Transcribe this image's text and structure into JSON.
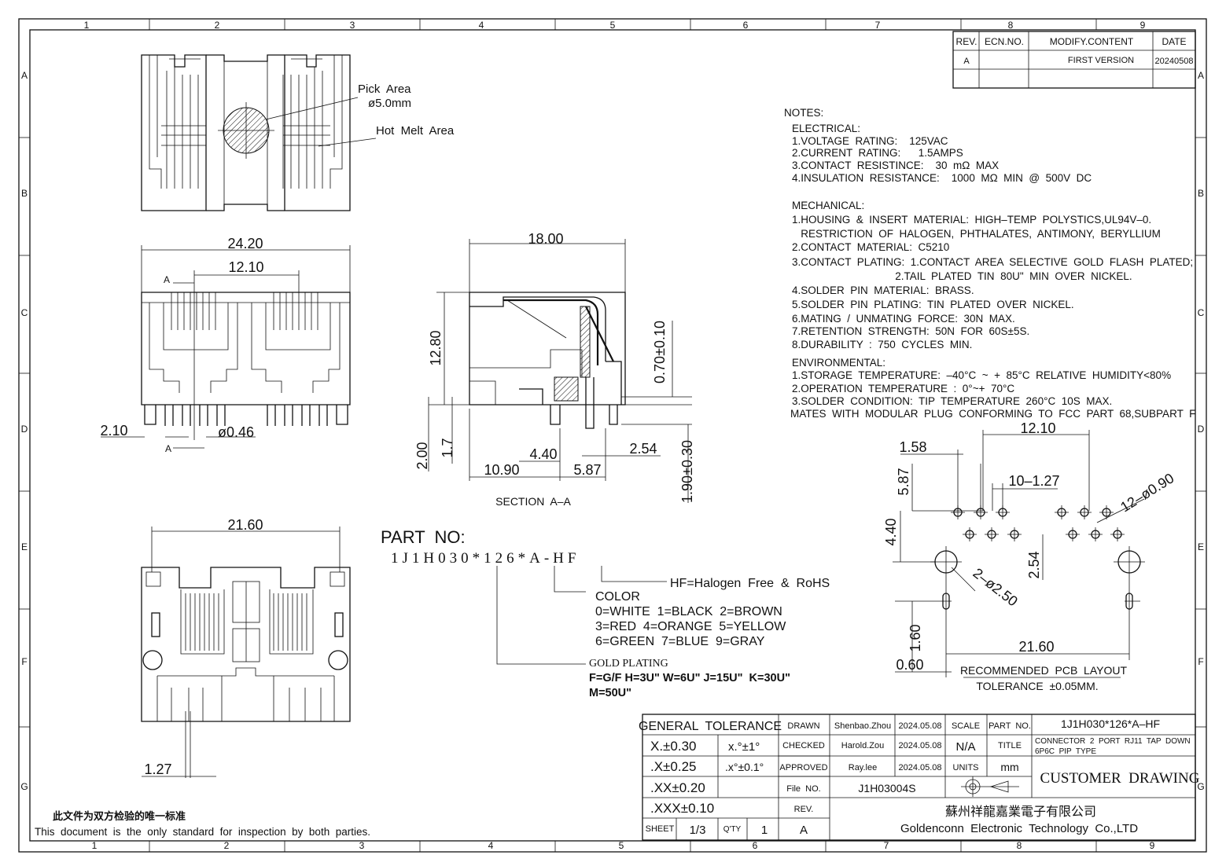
{
  "frame": {
    "columns_top": [
      "1",
      "2",
      "3",
      "4",
      "5",
      "6",
      "7",
      "8",
      "9"
    ],
    "columns_bottom": [
      "1",
      "2",
      "3",
      "4",
      "5",
      "6",
      "7",
      "8",
      "9"
    ],
    "rows": [
      "A",
      "B",
      "C",
      "D",
      "E",
      "F",
      "G"
    ]
  },
  "revision_table": {
    "headers": [
      "REV.",
      "ECN.NO.",
      "MODIFY.CONTENT",
      "DATE"
    ],
    "rows": [
      [
        "A",
        "",
        "FIRST VERSION",
        "20240508"
      ]
    ]
  },
  "notes": {
    "title": "NOTES:",
    "electrical_title": "ELECTRICAL:",
    "electrical": [
      "1.VOLTAGE  RATING:    125VAC",
      "2.CURRENT  RATING:      1.5AMPS",
      "3.CONTACT  RESISTINCE:    30  mΩ  MAX",
      "4.INSULATION  RESISTANCE:    1000  MΩ  MIN  @  500V  DC"
    ],
    "mechanical_title": "MECHANICAL:",
    "mechanical": [
      "1.HOUSING  &  INSERT  MATERIAL:  HIGH–TEMP  POLYSTICS,UL94V–0.",
      "   RESTRICTION  OF  HALOGEN,  PHTHALATES,  ANTIMONY,  BERYLLIUM",
      "2.CONTACT  MATERIAL:  C5210",
      "3.CONTACT  PLATING:  1.CONTACT  AREA  SELECTIVE  GOLD  FLASH  PLATED;",
      "                                   2.TAIL  PLATED  TIN  80U\"  MIN  OVER  NICKEL.",
      "4.SOLDER  PIN  MATERIAL:  BRASS.",
      "5.SOLDER  PIN  PLATING:  TIN  PLATED  OVER  NICKEL.",
      "6.MATING  /  UNMATING  FORCE:  30N  MAX.",
      "7.RETENTION  STRENGTH:  50N  FOR  60S±5S.",
      "8.DURABILITY  :  750  CYCLES  MIN."
    ],
    "environmental_title": "ENVIRONMENTAL:",
    "environmental": [
      "1.STORAGE  TEMPERATURE:  –40°C  ~  +  85°C  RELATIVE  HUMIDITY<80%",
      "2.OPERATION  TEMPERATURE  :  0°~+  70°C",
      "3.SOLDER  CONDITION:  TIP  TEMPERATURE  260°C  10S  MAX.",
      "MATES  WITH  MODULAR  PLUG  CONFORMING  TO  FCC  PART  68,SUBPART  F"
    ]
  },
  "top_view": {
    "pick_area": "Pick  Area",
    "pick_dia": "ø5.0mm",
    "hot_melt": "Hot  Melt  Area"
  },
  "front_view": {
    "dim_width": "24.20",
    "dim_pitch": "12.10",
    "dim_left": "2.10",
    "dim_pin": "ø0.46",
    "section_a": "A"
  },
  "section_view": {
    "dim_depth": "18.00",
    "dim_height": "12.80",
    "dim_070": "0.70±0.10",
    "dim_200": "2.00",
    "dim_17": "1.7",
    "dim_440": "4.40",
    "dim_254": "2.54",
    "dim_1090": "10.90",
    "dim_587": "5.87",
    "dim_190": "1.90±0.30",
    "label": "SECTION  A–A"
  },
  "bottom_view": {
    "dim_width": "21.60",
    "dim_pitch": "1.27"
  },
  "part_no": {
    "title": "PART  NO:",
    "code": "1J1H030*126*A-HF",
    "hf": "HF=Halogen  Free  &  RoHS",
    "color_title": "COLOR",
    "color_lines": [
      "0=WHITE  1=BLACK  2=BROWN",
      "3=RED  4=ORANGE  5=YELLOW",
      "6=GREEN  7=BLUE  9=GRAY"
    ],
    "gold_title": "GOLD PLATING",
    "gold_line1": "F=G/F H=3U\" W=6U\" J=15U\"  K=30U\"",
    "gold_line2": "M=50U\""
  },
  "pcb_layout": {
    "dim_1210": "12.10",
    "dim_158": "1.58",
    "dim_587": "5.87",
    "dim_10x127": "10–1.27",
    "dim_12x090": "12–ø0.90",
    "dim_440": "4.40",
    "dim_254": "2.54",
    "dim_2x250": "2–ø2.50",
    "dim_160": "1.60",
    "dim_060": "0.60",
    "dim_2160": "21.60",
    "title": "RECOMMENDED  PCB  LAYOUT",
    "tolerance": "TOLERANCE  ±0.05MM."
  },
  "title_block": {
    "general_tolerance": "GENERAL  TOLERANCE",
    "tol_x": "X.±0.30",
    "tol_x_ang": "x.°±1°",
    "tol_xx": ".X±0.25",
    "tol_xx_ang": ".x°±0.1°",
    "tol_xxx": ".XX±0.20",
    "tol_xxxx": ".XXX±0.10",
    "sheet_label": "SHEET",
    "sheet_value": "1/3",
    "qty_label": "Q'TY",
    "qty_value": "1",
    "rev_value": "A",
    "drawn_label": "DRAWN",
    "drawn_name": "Shenbao.Zhou",
    "drawn_date": "2024.05.08",
    "checked_label": "CHECKED",
    "checked_name": "Harold.Zou",
    "checked_date": "2024.05.08",
    "approved_label": "APPROVED",
    "approved_name": "Ray.lee",
    "approved_date": "2024.05.08",
    "file_label": "File  NO.",
    "file_value": "J1H03004S",
    "rev_label": "REV.",
    "scale_label": "SCALE",
    "scale_value": "N/A",
    "units_label": "UNITS",
    "units_value": "mm",
    "part_label": "PART  NO.",
    "part_value": "1J1H030*126*A–HF",
    "title_label": "TITLE",
    "title_line1": "CONNECTOR  2  PORT  RJ11  TAP  DOWN",
    "title_line2": "6P6C  PIP  TYPE",
    "customer_drawing": "CUSTOMER  DRAWING",
    "company_cn": "蘇州祥龍嘉業電子有限公司",
    "company_en": "Goldenconn  Electronic  Technology  Co.,LTD"
  },
  "footer": {
    "cn": "此文件为双方检验的唯一标准",
    "en": "This  document  is  the  only  standard  for  inspection  by  both  parties."
  }
}
